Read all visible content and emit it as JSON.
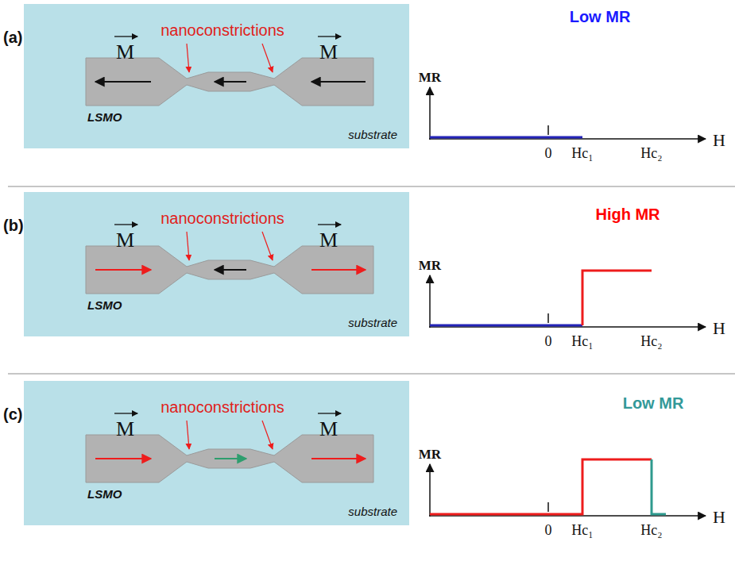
{
  "diagram": {
    "nodes": [
      {
        "text": [
          "M",
          "nanoconstrictions",
          "M",
          "LSMO",
          "substrate"
        ]
      },
      {
        "text": [
          "M",
          "nanoconstrictions",
          "M",
          "LSMO",
          "substrate"
        ]
      },
      {
        "text": [
          "M",
          "nanoconstrictions",
          "M",
          "LSMO",
          "substrate"
        ]
      }
    ],
    "labels": [
      "(a)",
      "MR",
      "Low MR",
      "0",
      "Hc₁",
      "Hc₂",
      "H",
      "(b)",
      "MR",
      "High MR",
      "0",
      "Hc₁",
      "Hc₂",
      "H",
      "(c)",
      "MR",
      "Low MR",
      "0",
      "Hc₁",
      "Hc₂",
      "H"
    ]
  }
}
